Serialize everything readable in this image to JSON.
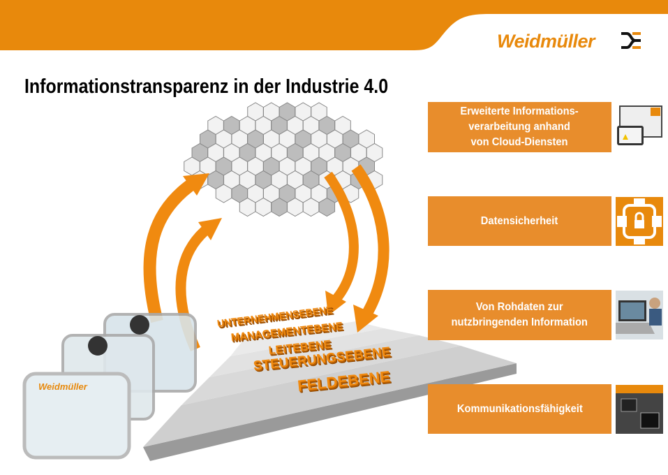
{
  "header": {
    "brand": "Weidmüller",
    "title": "Informationstransparenz in der Industrie 4.0"
  },
  "colors": {
    "accent": "#e8890c",
    "box": "#e88d2c"
  },
  "levels": [
    "UNTERNEHMENSEBENE",
    "MANAGEMENTEBENE",
    "LEITEBENE",
    "STEUERUNGSEBENE",
    "FELDEBENE"
  ],
  "device": {
    "brand": "Weidmüller"
  },
  "boxes": [
    {
      "label": "Erweiterte Informations-\nverarbeitung anhand\nvon Cloud-Diensten",
      "icon": "dashboard-devices-icon"
    },
    {
      "label": "Datensicherheit",
      "icon": "lock-icon"
    },
    {
      "label": "Von Rohdaten zur\nnutzbringenden  Information",
      "icon": "laptop-user-icon"
    },
    {
      "label": "Kommunikationsfähigkeit",
      "icon": "network-port-icon"
    }
  ]
}
